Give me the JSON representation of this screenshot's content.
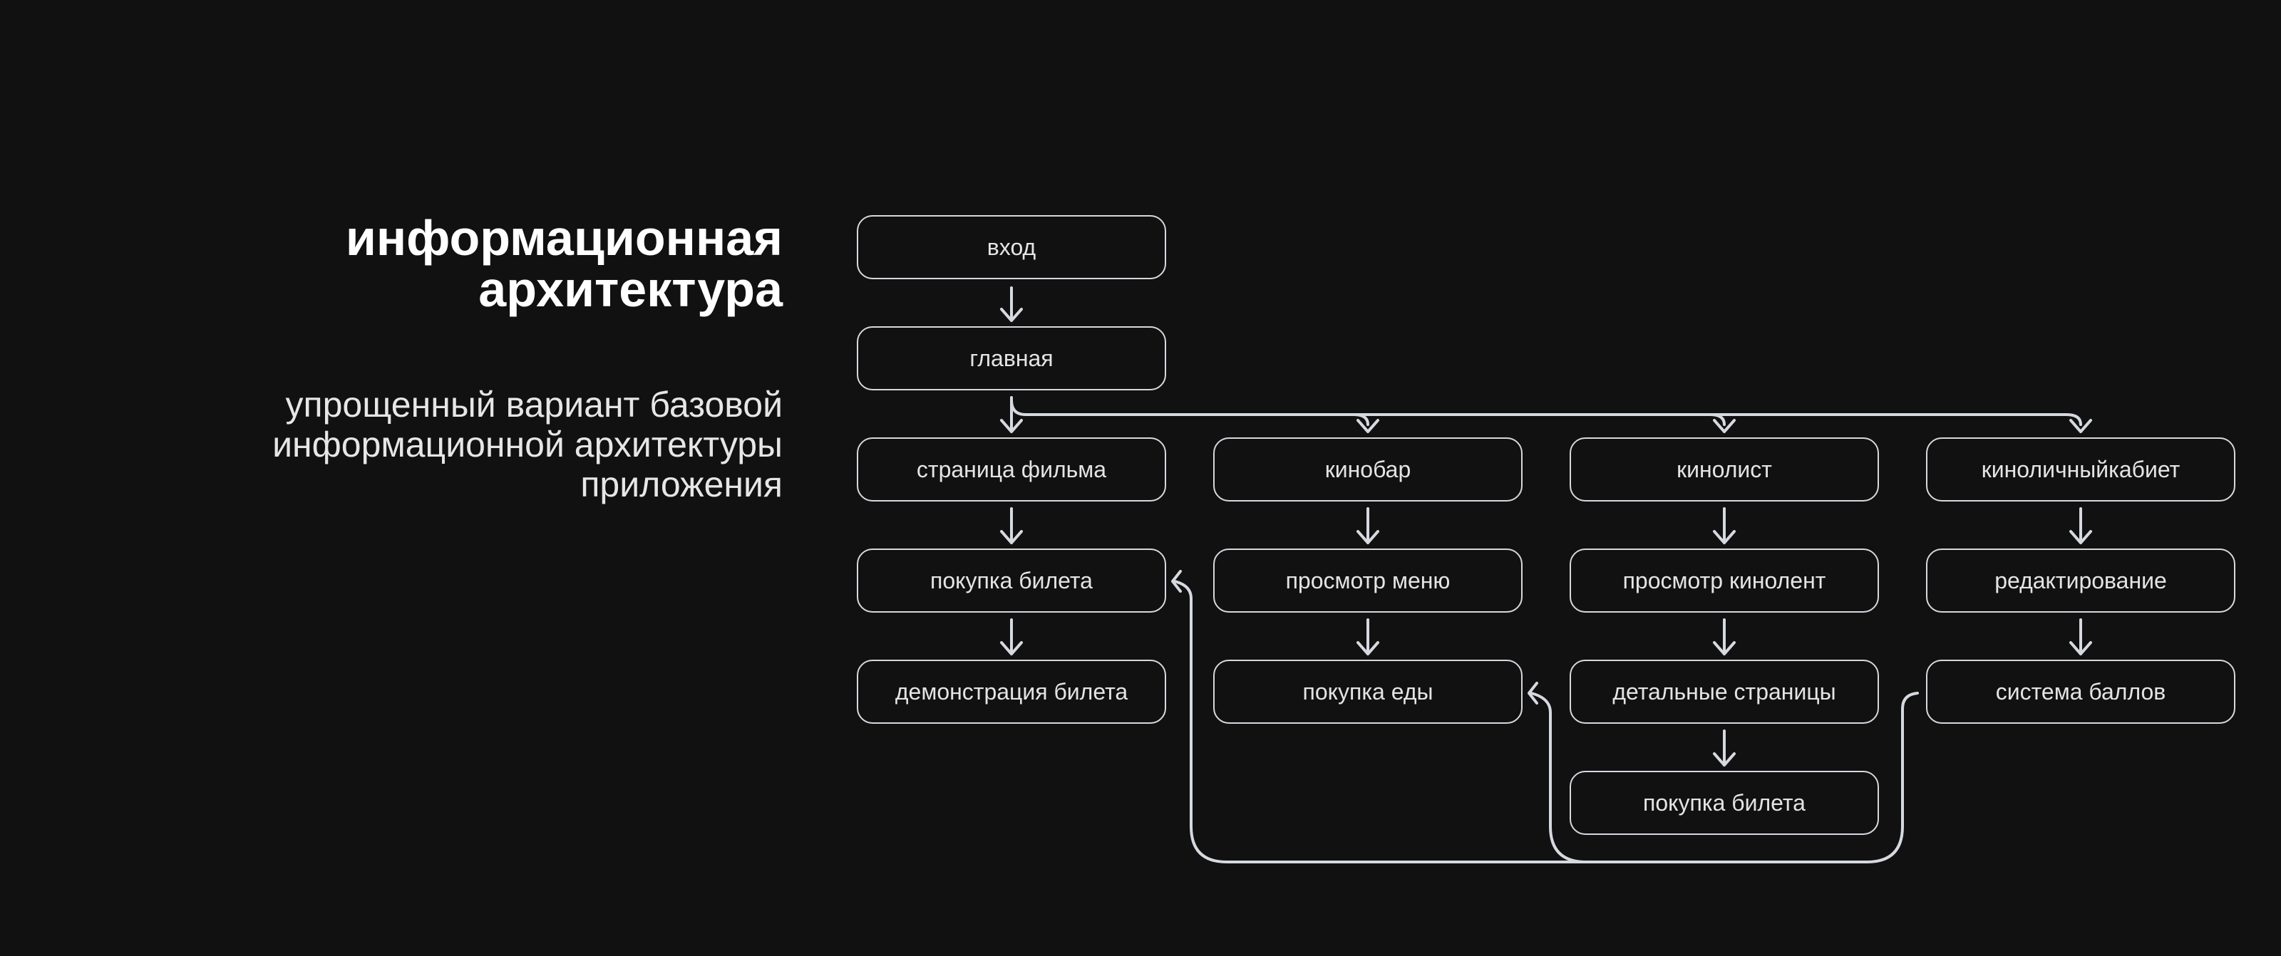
{
  "heading": {
    "line1": "информационная",
    "line2": "архитектура"
  },
  "subtitle": {
    "line1": "упрощенный вариант базовой",
    "line2": "информационной архитектуры",
    "line3": "приложения"
  },
  "nodes": {
    "login": "вход",
    "home": "главная",
    "film_page": "страница фильма",
    "ticket_purchase": "покупка билета",
    "ticket_display": "демонстрация билета",
    "kinobar": "кинобар",
    "menu_view": "просмотр меню",
    "food_purchase": "покупка еды",
    "kinolist": "кинолист",
    "feed_view": "просмотр кинолент",
    "detail_pages": "детальные страницы",
    "ticket_purchase_2": "покупка билета",
    "cabinet": "киноличныйкабиет",
    "editing": "редактирование",
    "points_system": "система баллов"
  },
  "colors": {
    "background": "#111111",
    "line": "#d6d9df"
  }
}
